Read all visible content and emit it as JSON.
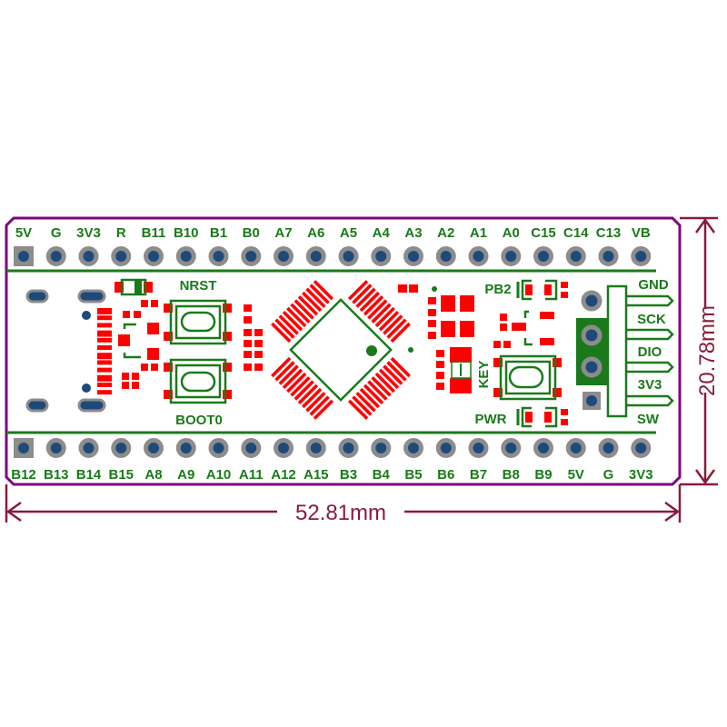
{
  "board": {
    "top_pins": [
      "5V",
      "G",
      "3V3",
      "R",
      "B11",
      "B10",
      "B1",
      "B0",
      "A7",
      "A6",
      "A5",
      "A4",
      "A3",
      "A2",
      "A1",
      "A0",
      "C15",
      "C14",
      "C13",
      "VB"
    ],
    "bottom_pins": [
      "B12",
      "B13",
      "B14",
      "B15",
      "A8",
      "A9",
      "A10",
      "A11",
      "A12",
      "A15",
      "B3",
      "B4",
      "B5",
      "B6",
      "B7",
      "B8",
      "B9",
      "5V",
      "G",
      "3V3"
    ],
    "buttons": {
      "nrst": "NRST",
      "boot0": "BOOT0",
      "key": "KEY"
    },
    "leds": {
      "pb2": "PB2",
      "pwr": "PWR"
    },
    "swd_header": [
      "GND",
      "SCK",
      "DIO",
      "3V3",
      "SW"
    ]
  },
  "dimensions": {
    "width": "52.81mm",
    "height": "20.78mm"
  },
  "colors": {
    "outline": "#800080",
    "silk": "#1a7a1a",
    "pad": "#ff0000",
    "hole": "#1e4a7a",
    "ring": "#8c8c8c",
    "dimension": "#8b1a3a"
  }
}
